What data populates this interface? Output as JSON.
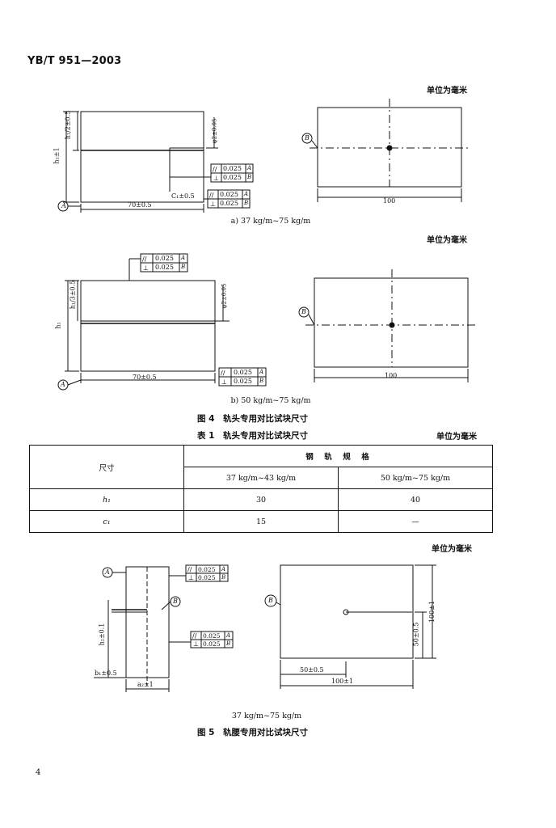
{
  "header": {
    "standard": "YB/T 951—2003"
  },
  "unit_note": "单位为毫米",
  "fig4": {
    "a": {
      "caption": "a) 37 kg/m~75 kg/m",
      "dim_width": "70±0.5",
      "dim_h1": "h₁±1",
      "dim_h1_half": "h₁/2±0.5",
      "dim_phi": "φ2±0.05",
      "dim_c1": "C₁±0.5",
      "datum_a": "A",
      "datum_b": "B",
      "tol_parallel": "0.025",
      "tol_perp": "0.025",
      "right_width": "100"
    },
    "b": {
      "caption": "b) 50 kg/m~75 kg/m",
      "dim_width": "70±0.5",
      "dim_h1": "h₁",
      "dim_h1_third": "h₁/3±0.5",
      "dim_phi": "φ2±0.05",
      "datum_a": "A",
      "datum_b": "B",
      "tol_parallel": "0.025",
      "tol_perp": "0.025",
      "right_width": "100"
    },
    "title": "图 4　轨头专用对比试块尺寸"
  },
  "table1": {
    "title": "表 1　轨头专用对比试块尺寸",
    "header_size": "尺寸",
    "header_group": "钢　轨　规　格",
    "col1": "37 kg/m~43 kg/m",
    "col2": "50 kg/m~75 kg/m",
    "rows": [
      {
        "label": "h₁",
        "v1": "30",
        "v2": "40"
      },
      {
        "label": "c₁",
        "v1": "15",
        "v2": "—"
      }
    ]
  },
  "fig5": {
    "datum_a": "A",
    "datum_b": "B",
    "tol_parallel": "0.025",
    "tol_perp": "0.025",
    "dim_h2": "h₂±0.1",
    "dim_b1": "b₁±0.5",
    "dim_a2": "a₂±1",
    "dim_50w": "50±0.5",
    "dim_100w": "100±1",
    "dim_50h": "50±0.5",
    "dim_100h": "100±1",
    "range": "37 kg/m~75 kg/m",
    "title": "图 5　轨腰专用对比试块尺寸"
  },
  "page_number": "4"
}
